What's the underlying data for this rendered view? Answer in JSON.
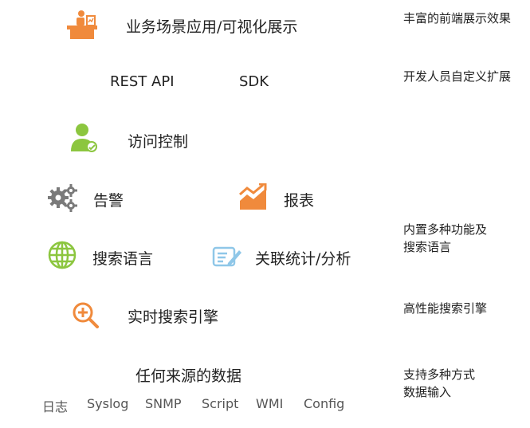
{
  "layers": {
    "display": {
      "label": "业务场景应用/可视化展示",
      "icon": "presenter-desk-icon",
      "color": "#f08a3c"
    },
    "api": {
      "rest": "REST API",
      "sdk": "SDK"
    },
    "access": {
      "label": "访问控制",
      "icon": "user-access-icon",
      "color": "#8cc63f"
    },
    "alert": {
      "label": "告警",
      "icon": "gears-icon",
      "color": "#7a7a7a"
    },
    "report": {
      "label": "报表",
      "icon": "trend-chart-icon",
      "color": "#f08a3c"
    },
    "search_lang": {
      "label": "搜索语言",
      "icon": "globe-icon",
      "color": "#8cc63f"
    },
    "correlation": {
      "label": "关联统计/分析",
      "icon": "edit-document-icon",
      "color": "#8fc7e8"
    },
    "realtime": {
      "label": "实时搜索引擎",
      "icon": "zoom-in-icon",
      "color": "#f08a3c"
    },
    "sources": {
      "title": "任何来源的数据",
      "items": [
        "日志",
        "Syslog",
        "SNMP",
        "Script",
        "WMI",
        "Config"
      ]
    }
  },
  "notes": {
    "display": "丰富的前端展示效果",
    "api": "开发人员自定义扩展",
    "functions_line1": "内置多种功能及",
    "functions_line2": "搜索语言",
    "engine": "高性能搜索引擎",
    "input_line1": "支持多种方式",
    "input_line2": "数据输入"
  }
}
